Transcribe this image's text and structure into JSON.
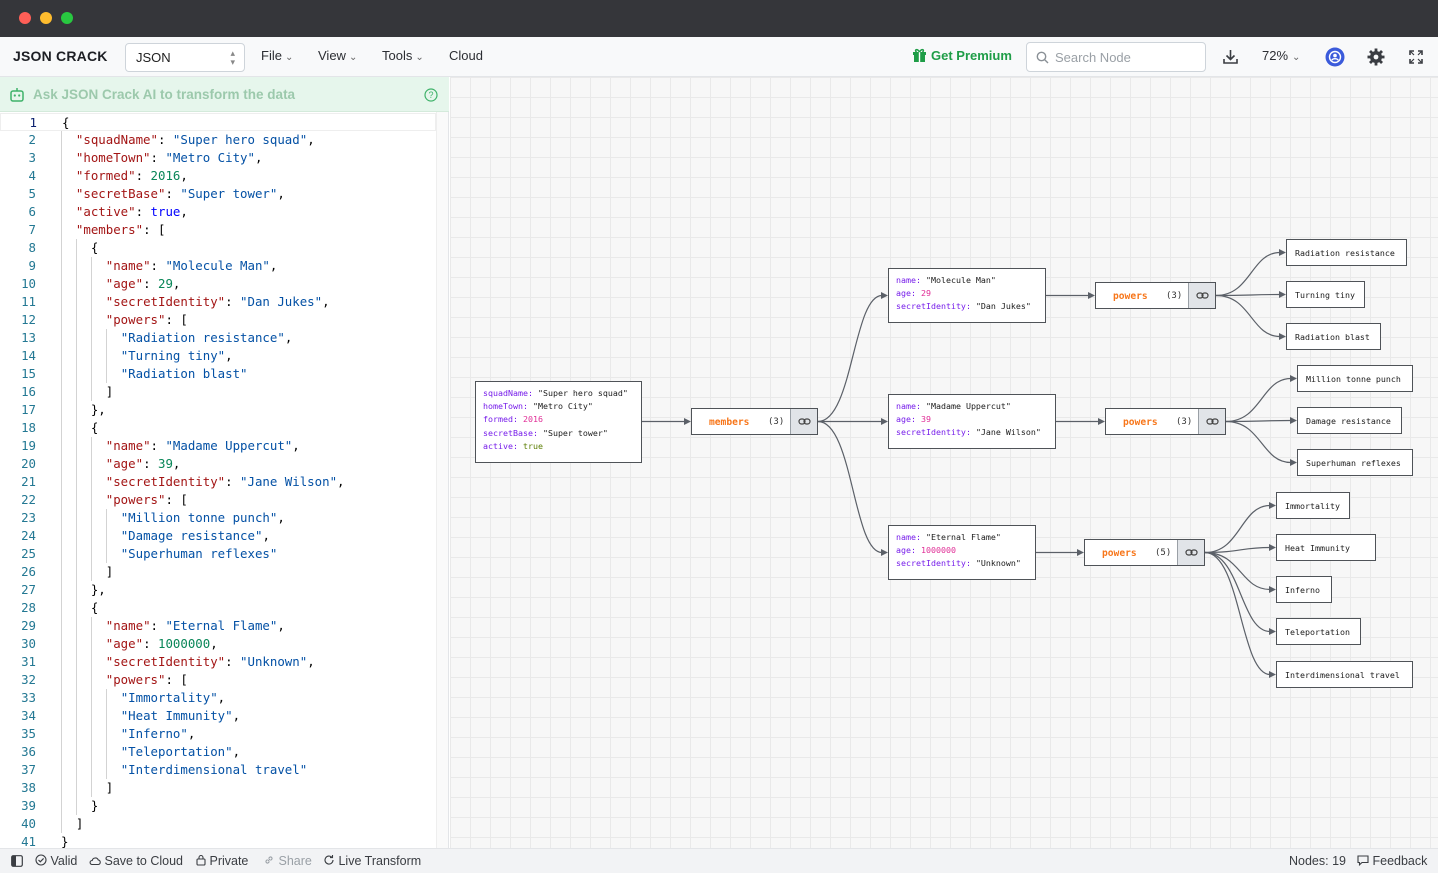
{
  "window": {
    "dots": [
      "#ff5f57",
      "#febc2e",
      "#28c840"
    ]
  },
  "toolbar": {
    "brand": "JSON CRACK",
    "format": "JSON",
    "menus": [
      "File",
      "View",
      "Tools",
      "Cloud"
    ],
    "premium": "Get Premium",
    "search_placeholder": "Search Node",
    "zoom": "72%",
    "icons": [
      "download-icon",
      "account-icon",
      "gear-icon",
      "fullscreen-icon"
    ]
  },
  "ai": {
    "prompt": "Ask JSON Crack AI to transform the data"
  },
  "editor": {
    "lines": [
      "{",
      "  \"squadName\": \"Super hero squad\",",
      "  \"homeTown\": \"Metro City\",",
      "  \"formed\": 2016,",
      "  \"secretBase\": \"Super tower\",",
      "  \"active\": true,",
      "  \"members\": [",
      "    {",
      "      \"name\": \"Molecule Man\",",
      "      \"age\": 29,",
      "      \"secretIdentity\": \"Dan Jukes\",",
      "      \"powers\": [",
      "        \"Radiation resistance\",",
      "        \"Turning tiny\",",
      "        \"Radiation blast\"",
      "      ]",
      "    },",
      "    {",
      "      \"name\": \"Madame Uppercut\",",
      "      \"age\": 39,",
      "      \"secretIdentity\": \"Jane Wilson\",",
      "      \"powers\": [",
      "        \"Million tonne punch\",",
      "        \"Damage resistance\",",
      "        \"Superhuman reflexes\"",
      "      ]",
      "    },",
      "    {",
      "      \"name\": \"Eternal Flame\",",
      "      \"age\": 1000000,",
      "      \"secretIdentity\": \"Unknown\",",
      "      \"powers\": [",
      "        \"Immortality\",",
      "        \"Heat Immunity\",",
      "        \"Inferno\",",
      "        \"Teleportation\",",
      "        \"Interdimensional travel\"",
      "      ]",
      "    }",
      "  ]",
      "}"
    ]
  },
  "graph": {
    "root": [
      {
        "k": "squadName",
        "v": "\"Super hero squad\"",
        "t": "str"
      },
      {
        "k": "homeTown",
        "v": "\"Metro City\"",
        "t": "str"
      },
      {
        "k": "formed",
        "v": "2016",
        "t": "num"
      },
      {
        "k": "secretBase",
        "v": "\"Super tower\"",
        "t": "str"
      },
      {
        "k": "active",
        "v": "true",
        "t": "bool"
      }
    ],
    "members": {
      "label": "members",
      "count": "(3)"
    },
    "people": [
      {
        "fields": [
          {
            "k": "name",
            "v": "\"Molecule Man\"",
            "t": "str"
          },
          {
            "k": "age",
            "v": "29",
            "t": "num"
          },
          {
            "k": "secretIdentity",
            "v": "\"Dan Jukes\"",
            "t": "str"
          }
        ],
        "powers_label": "powers",
        "powers_count": "(3)",
        "powers": [
          "Radiation resistance",
          "Turning tiny",
          "Radiation blast"
        ]
      },
      {
        "fields": [
          {
            "k": "name",
            "v": "\"Madame Uppercut\"",
            "t": "str"
          },
          {
            "k": "age",
            "v": "39",
            "t": "num"
          },
          {
            "k": "secretIdentity",
            "v": "\"Jane Wilson\"",
            "t": "str"
          }
        ],
        "powers_label": "powers",
        "powers_count": "(3)",
        "powers": [
          "Million tonne punch",
          "Damage resistance",
          "Superhuman reflexes"
        ]
      },
      {
        "fields": [
          {
            "k": "name",
            "v": "\"Eternal Flame\"",
            "t": "str"
          },
          {
            "k": "age",
            "v": "1000000",
            "t": "num"
          },
          {
            "k": "secretIdentity",
            "v": "\"Unknown\"",
            "t": "str"
          }
        ],
        "powers_label": "powers",
        "powers_count": "(5)",
        "powers": [
          "Immortality",
          "Heat Immunity",
          "Inferno",
          "Teleportation",
          "Interdimensional travel"
        ]
      }
    ]
  },
  "status": {
    "valid": "Valid",
    "save": "Save to Cloud",
    "private": "Private",
    "share": "Share",
    "live": "Live Transform",
    "nodes": "Nodes: 19",
    "feedback": "Feedback"
  }
}
